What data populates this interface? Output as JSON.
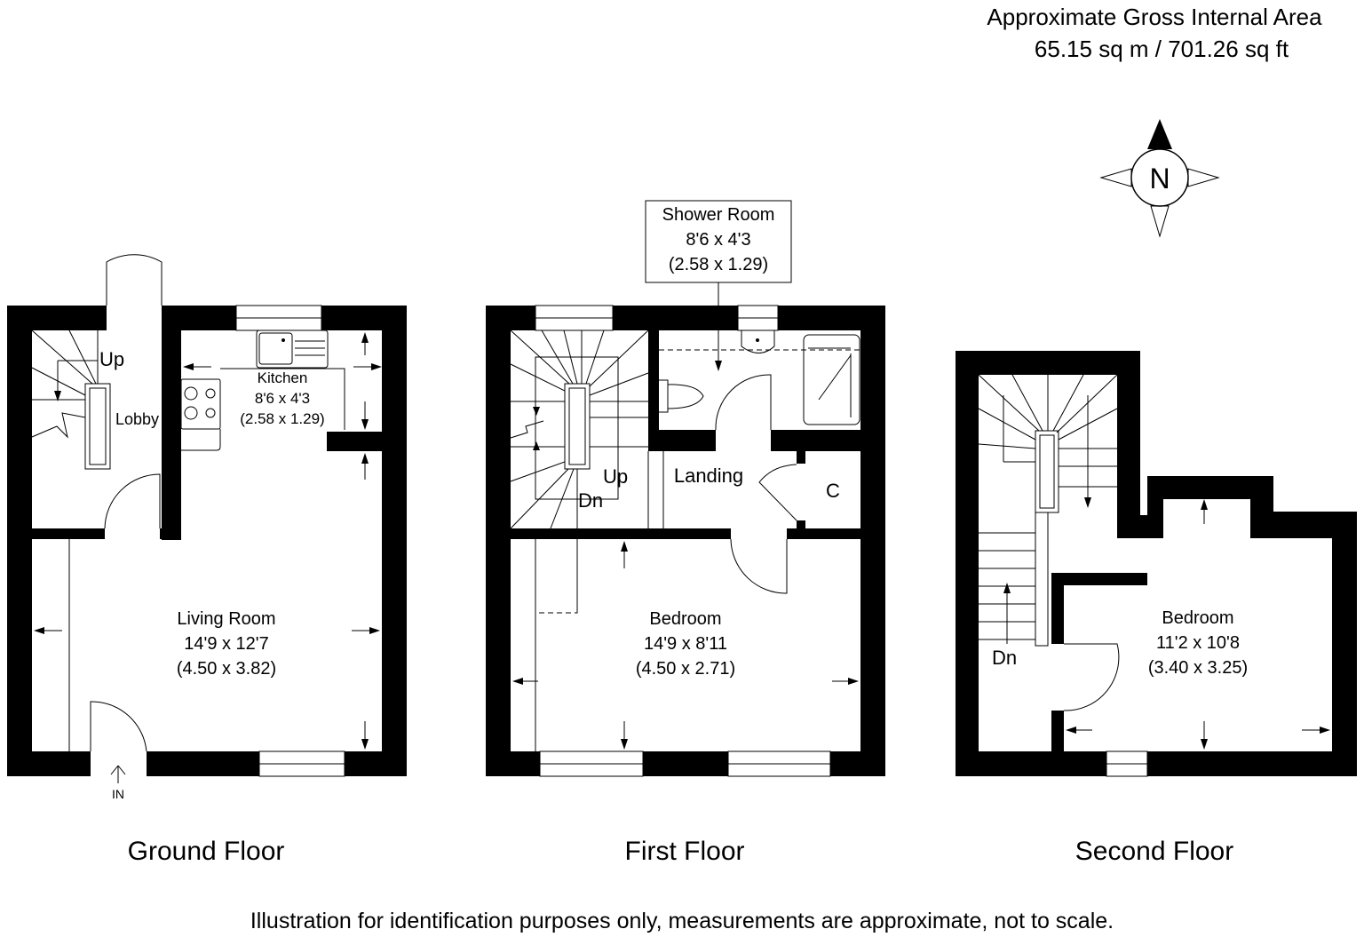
{
  "area": {
    "title": "Approximate Gross Internal Area",
    "value": "65.15 sq m / 701.26 sq ft"
  },
  "compass": {
    "label": "N"
  },
  "ground_floor": {
    "title": "Ground Floor",
    "entrance": "IN",
    "stairs_label": "Up",
    "rooms": {
      "lobby": {
        "name": "Lobby"
      },
      "kitchen": {
        "name": "Kitchen",
        "imperial": "8'6 x 4'3",
        "metric": "(2.58 x 1.29)"
      },
      "living": {
        "name": "Living Room",
        "imperial": "14'9 x 12'7",
        "metric": "(4.50 x 3.82)"
      }
    }
  },
  "first_floor": {
    "title": "First Floor",
    "stairs_up": "Up",
    "stairs_down": "Dn",
    "rooms": {
      "shower": {
        "name": "Shower Room",
        "imperial": "8'6 x 4'3",
        "metric": "(2.58 x 1.29)"
      },
      "landing": {
        "name": "Landing"
      },
      "cupboard": {
        "name": "C"
      },
      "bedroom": {
        "name": "Bedroom",
        "imperial": "14'9 x 8'11",
        "metric": "(4.50 x 2.71)"
      }
    }
  },
  "second_floor": {
    "title": "Second Floor",
    "stairs_down": "Dn",
    "rooms": {
      "bedroom": {
        "name": "Bedroom",
        "imperial": "11'2 x 10'8",
        "metric": "(3.40 x 3.25)"
      }
    }
  },
  "disclaimer": "Illustration for identification purposes only, measurements are approximate, not to scale."
}
